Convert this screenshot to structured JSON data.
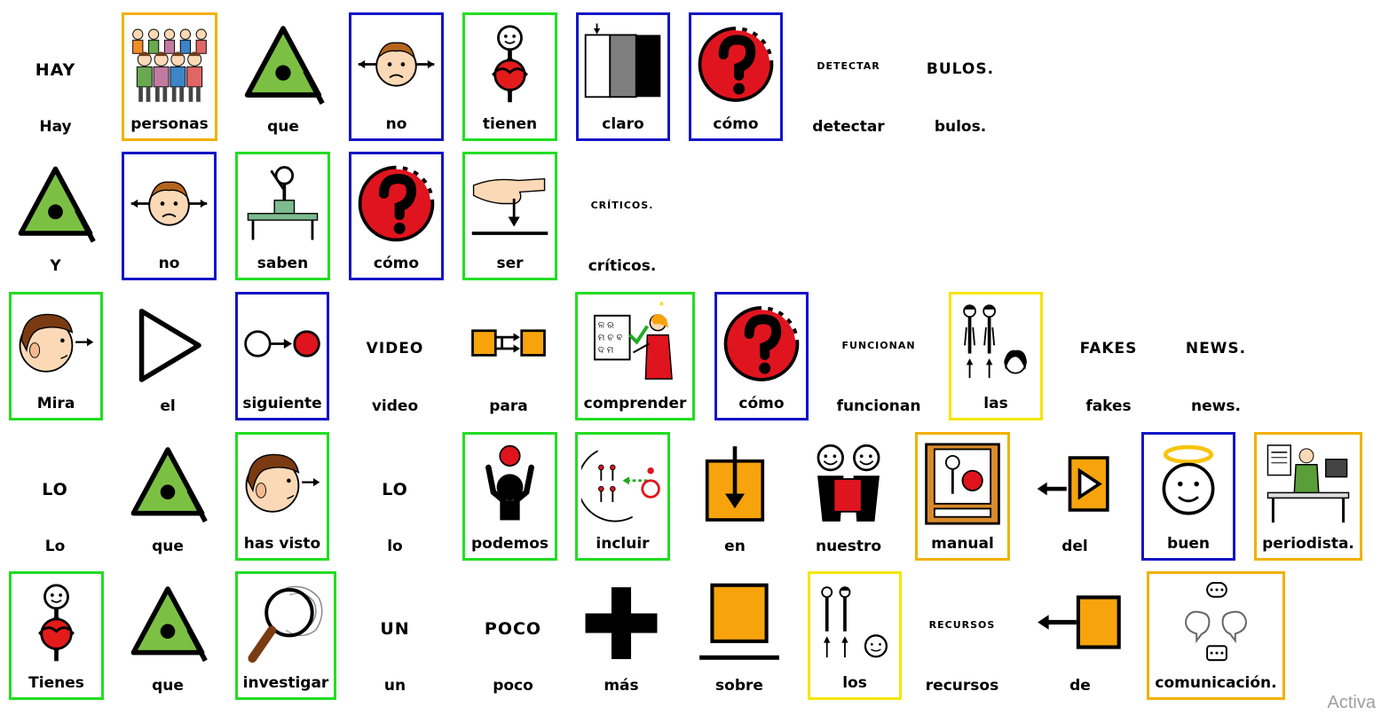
{
  "colors": {
    "blue": "#1414c8",
    "green": "#22dd22",
    "orange": "#f2b000",
    "yellow": "#f5e600"
  },
  "rows": [
    [
      {
        "label": "Hay",
        "text": "HAY",
        "border": "none",
        "icon": "text"
      },
      {
        "label": "personas",
        "border": "orange",
        "icon": "people-icon"
      },
      {
        "label": "que",
        "border": "none",
        "icon": "triangle-icon"
      },
      {
        "label": "no",
        "border": "blue",
        "icon": "no-face-icon"
      },
      {
        "label": "tienen",
        "border": "green",
        "icon": "have-icon"
      },
      {
        "label": "claro",
        "border": "blue",
        "icon": "grayscale-icon"
      },
      {
        "label": "cómo",
        "border": "blue",
        "icon": "question-icon"
      },
      {
        "label": "detectar",
        "text": "DETECTAR",
        "border": "none",
        "icon": "text"
      },
      {
        "label": "bulos.",
        "text": "BULOS.",
        "border": "none",
        "icon": "text"
      }
    ],
    [
      {
        "label": "Y",
        "border": "none",
        "icon": "triangle-icon"
      },
      {
        "label": "no",
        "border": "blue",
        "icon": "no-face-icon"
      },
      {
        "label": "saben",
        "border": "green",
        "icon": "know-icon"
      },
      {
        "label": "cómo",
        "border": "blue",
        "icon": "question-icon"
      },
      {
        "label": "ser",
        "border": "green",
        "icon": "be-icon"
      },
      {
        "label": "críticos.",
        "text": "CRÍTICOS.",
        "border": "none",
        "icon": "text"
      }
    ],
    [
      {
        "label": "Mira",
        "border": "green",
        "icon": "look-icon"
      },
      {
        "label": "el",
        "border": "none",
        "icon": "play-triangle-icon"
      },
      {
        "label": "siguiente",
        "border": "blue",
        "icon": "next-icon"
      },
      {
        "label": "video",
        "text": "VIDEO",
        "border": "none",
        "icon": "text"
      },
      {
        "label": "para",
        "border": "none",
        "icon": "for-arrow-icon"
      },
      {
        "label": "comprender",
        "border": "green",
        "icon": "understand-icon"
      },
      {
        "label": "cómo",
        "border": "blue",
        "icon": "question-icon"
      },
      {
        "label": "funcionan",
        "text": "FUNCIONAN",
        "border": "none",
        "icon": "text"
      },
      {
        "label": "las",
        "border": "yellow",
        "icon": "women-icon"
      },
      {
        "label": "fakes",
        "text": "FAKES",
        "border": "none",
        "icon": "text"
      },
      {
        "label": "news.",
        "text": "NEWS.",
        "border": "none",
        "icon": "text"
      }
    ],
    [
      {
        "label": "Lo",
        "text": "LO",
        "border": "none",
        "icon": "text"
      },
      {
        "label": "que",
        "border": "none",
        "icon": "triangle-icon"
      },
      {
        "label": "has visto",
        "border": "green",
        "icon": "look-icon"
      },
      {
        "label": "lo",
        "text": "LO",
        "border": "none",
        "icon": "text"
      },
      {
        "label": "podemos",
        "border": "green",
        "icon": "can-icon"
      },
      {
        "label": "incluir",
        "border": "green",
        "icon": "include-icon"
      },
      {
        "label": "en",
        "border": "none",
        "icon": "in-box-icon"
      },
      {
        "label": "nuestro",
        "border": "none",
        "icon": "our-icon"
      },
      {
        "label": "manual",
        "border": "orange",
        "icon": "manual-icon"
      },
      {
        "label": "del",
        "border": "none",
        "icon": "from-icon"
      },
      {
        "label": "buen",
        "border": "blue",
        "icon": "good-face-icon"
      },
      {
        "label": "periodista.",
        "border": "orange",
        "icon": "journalist-icon"
      }
    ],
    [
      {
        "label": "Tienes",
        "border": "green",
        "icon": "have-icon"
      },
      {
        "label": "que",
        "border": "none",
        "icon": "triangle-icon"
      },
      {
        "label": "investigar",
        "border": "green",
        "icon": "magnifier-icon"
      },
      {
        "label": "un",
        "text": "UN",
        "border": "none",
        "icon": "text"
      },
      {
        "label": "poco",
        "text": "POCO",
        "border": "none",
        "icon": "text"
      },
      {
        "label": "más",
        "border": "none",
        "icon": "plus-icon"
      },
      {
        "label": "sobre",
        "border": "none",
        "icon": "on-square-icon"
      },
      {
        "label": "los",
        "border": "yellow",
        "icon": "people-small-icon"
      },
      {
        "label": "recursos",
        "text": "RECURSOS",
        "border": "none",
        "icon": "text"
      },
      {
        "label": "de",
        "border": "none",
        "icon": "from-square-icon"
      },
      {
        "label": "comunicación.",
        "border": "orange",
        "icon": "communication-icon"
      }
    ]
  ],
  "watermark": "Activa"
}
